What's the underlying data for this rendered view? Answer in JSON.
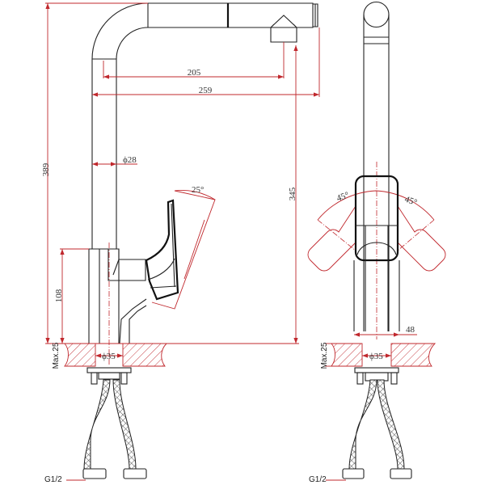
{
  "drawing": {
    "title": "Kitchen faucet dimension drawing",
    "side_view": {
      "overall_height": "389",
      "spout_reach": "205",
      "overall_length": "259",
      "pipe_diameter": "ϕ28",
      "lever_angle": "25°",
      "spout_height": "345",
      "body_height": "108",
      "max_counter": "Max.25",
      "hole_diameter": "ϕ35",
      "connection": "G1/2"
    },
    "front_view": {
      "left_angle": "45°",
      "right_angle": "45°",
      "base_diameter": "48",
      "max_counter": "Max.25",
      "hole_diameter": "ϕ35",
      "connection": "G1/2"
    },
    "colors": {
      "dimension": "#c0282d",
      "outline": "#222222"
    }
  }
}
